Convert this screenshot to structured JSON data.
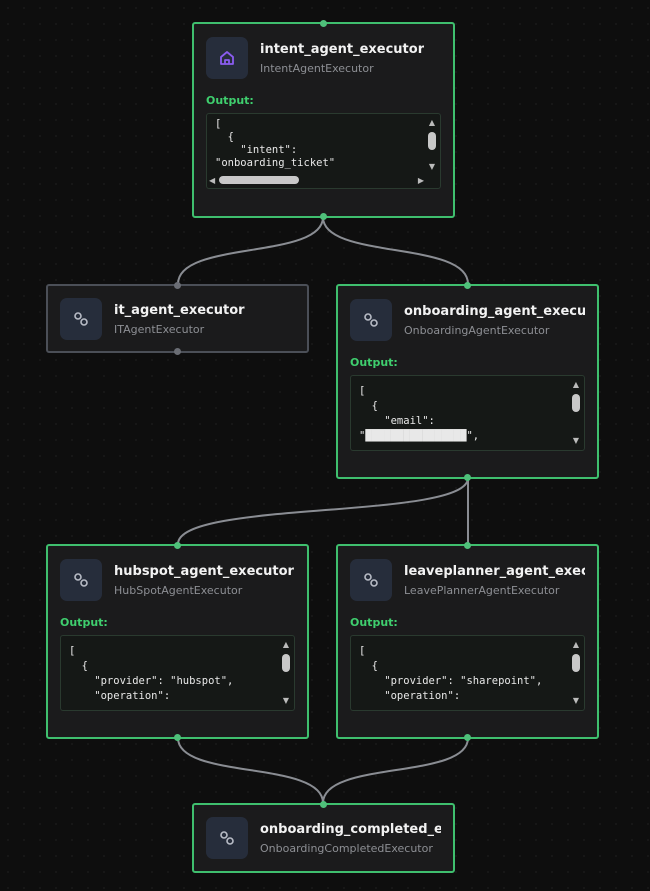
{
  "colors": {
    "active_border": "#3fbf6e",
    "idle_border": "#4b4f57",
    "output_label": "#3fcf6e",
    "icon_bg": "#262d3b",
    "home_icon": "#8a5cf0"
  },
  "output_label": "Output:",
  "nodes": [
    {
      "title": "intent_agent_executor",
      "subtitle": "IntentAgentExecutor",
      "icon": "home-icon",
      "status": "active",
      "output": "[\n  {\n    \"intent\":\n\"onboarding_ticket\""
    },
    {
      "title": "it_agent_executor",
      "subtitle": "ITAgentExecutor",
      "icon": "link-icon",
      "status": "idle"
    },
    {
      "title": "onboarding_agent_execut...",
      "subtitle": "OnboardingAgentExecutor",
      "icon": "link-icon",
      "status": "active",
      "output": "[\n  {\n    \"email\":\n\"████████████████\","
    },
    {
      "title": "hubspot_agent_executor",
      "subtitle": "HubSpotAgentExecutor",
      "icon": "link-icon",
      "status": "active",
      "output": "[\n  {\n    \"provider\": \"hubspot\",\n    \"operation\":"
    },
    {
      "title": "leaveplanner_agent_exec...",
      "subtitle": "LeavePlannerAgentExecutor",
      "icon": "link-icon",
      "status": "active",
      "output": "[\n  {\n    \"provider\": \"sharepoint\",\n    \"operation\":"
    },
    {
      "title": "onboarding_completed_e...",
      "subtitle": "OnboardingCompletedExecutor",
      "icon": "link-icon",
      "status": "active"
    }
  ]
}
